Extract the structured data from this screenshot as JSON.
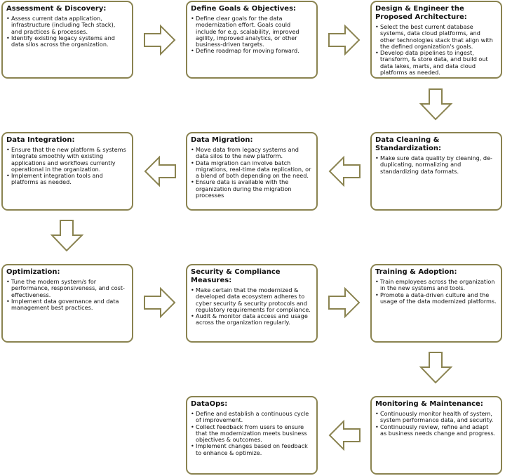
{
  "steps": [
    {
      "title": "Assessment & Discovery:",
      "bullets": [
        "Assess current data application, infrastructure (including Tech stack), and practices & processes.",
        "Identify existing legacy systems and data silos across the organization."
      ]
    },
    {
      "title": "Define Goals & Objectives:",
      "bullets": [
        "Define clear goals for the data modernization effort. Goals could include for e.g. scalability, improved agility, improved analytics, or other business-driven targets.",
        "Define roadmap for moving forward."
      ]
    },
    {
      "title": "Design & Engineer the Proposed Architecture:",
      "bullets": [
        "Select the best current database systems, data cloud platforms, and other technologies stack that align with the defined organization's goals.",
        "Develop data pipelines to ingest, transform, & store data, and build out data lakes, marts, and data cloud platforms as needed."
      ]
    },
    {
      "title": "Data Integration:",
      "bullets": [
        "Ensure that the new platform & systems integrate smoothly with existing applications and workflows currently operational in the organization.",
        "Implement integration tools and platforms as needed."
      ]
    },
    {
      "title": "Data Migration:",
      "bullets": [
        "Move data from legacy systems and data silos to the new platform.",
        "Data migration can involve batch migrations, real-time data replication, or a blend of both depending on the need.",
        "Ensure data is available with the organization during the migration processes"
      ]
    },
    {
      "title": "Data Cleaning & Standardization:",
      "bullets": [
        "Make sure data quality by cleaning, de-duplicating, normalizing and standardizing data formats."
      ]
    },
    {
      "title": "Optimization:",
      "bullets": [
        "Tune the modern system/s for performance, responsiveness, and cost-effectiveness.",
        "Implement data governance and data management best practices."
      ]
    },
    {
      "title": "Security & Compliance Measures:",
      "bullets": [
        "Make certain that the modernized & developed data ecosystem adheres to cyber security & security protocols and regulatory requirements for compliance.",
        "Audit & monitor data access and usage across the organization regularly."
      ]
    },
    {
      "title": "Training & Adoption:",
      "bullets": [
        "Train employees across the organization in the new systems and tools.",
        "Promote a data-driven culture and the usage of the data modernized platforms."
      ]
    },
    {
      "title": "DataOps:",
      "bullets": [
        "Define and establish a continuous cycle of improvement.",
        "Collect feedback from users to ensure that the modernization meets business objectives & outcomes.",
        "Implement changes based on feedback to enhance & optimize."
      ]
    },
    {
      "title": "Monitoring & Maintenance:",
      "bullets": [
        "Continuously monitor health of system, system performance data, and security.",
        "Continuously review, refine and adapt as business needs change and progress."
      ]
    }
  ],
  "colors": {
    "border": "#8a8350",
    "text": "#111111"
  }
}
